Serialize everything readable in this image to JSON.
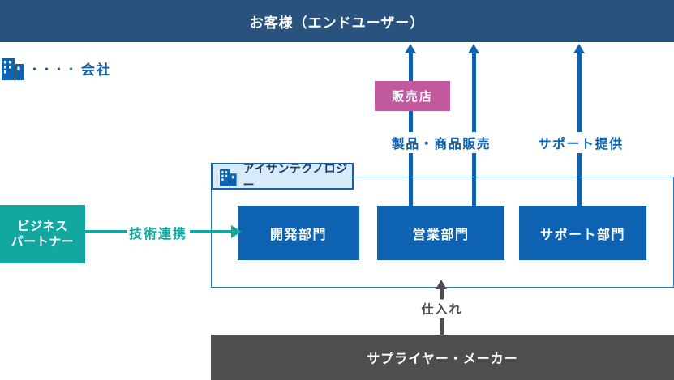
{
  "colors": {
    "navy_bar": "#29527E",
    "primary_blue": "#0D62B1",
    "container_border": "#2E74B5",
    "header_fill": "#D9EAF8",
    "header_text": "#1A3A66",
    "teal": "#12A7A1",
    "pink": "#C0599E",
    "dark_gray": "#4E4E4E",
    "white": "#FFFFFF"
  },
  "top_bar": {
    "title": "お客様（エンドユーザー）"
  },
  "legend": {
    "dots": "・・・・",
    "label": "会社"
  },
  "reseller_box": {
    "label": "販売店"
  },
  "flows": {
    "sales_label": "製品・商品販売",
    "support_label": "サポート提供",
    "tech_label": "技術連携",
    "procurement_label": "仕入れ"
  },
  "company_box": {
    "name": "アイサンテクノロジー",
    "departments": [
      {
        "label": "開発部門"
      },
      {
        "label": "営業部門"
      },
      {
        "label": "サポート部門"
      }
    ]
  },
  "partner_box": {
    "line1": "ビジネス",
    "line2": "パートナー"
  },
  "supplier_bar": {
    "label": "サプライヤー・メーカー"
  }
}
